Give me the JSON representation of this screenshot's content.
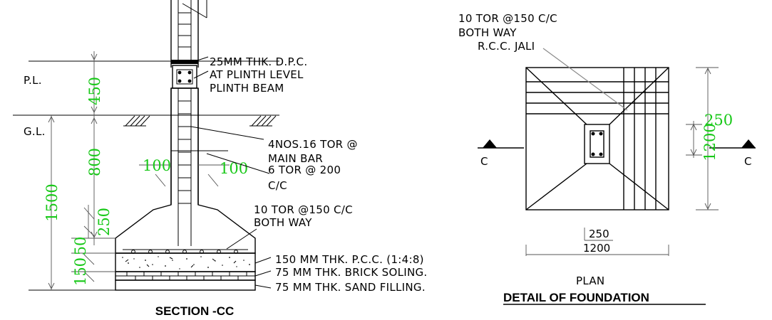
{
  "colors": {
    "dimension": "#18c818",
    "line": "#000000",
    "leader": "#8a8a8a"
  },
  "section": {
    "title": "SECTION -CC",
    "levels": {
      "pl": "P.L.",
      "gl": "G.L."
    },
    "dims": {
      "d450": "450",
      "d800": "800",
      "d1500": "1500",
      "d250": "250",
      "d150": "150",
      "d50": "50",
      "d100_left": "100",
      "d100_right": "100"
    },
    "notes": {
      "dpc": "25MM THK. D.P.C.",
      "dpc2": "AT PLINTH LEVEL",
      "beam": "PLINTH BEAM",
      "main1": "4NOS.16 TOR @",
      "main2": "MAIN BAR",
      "tie1": "6 TOR @ 200",
      "tie2": "C/C",
      "mesh1": "10 TOR @150 C/C",
      "mesh2": "BOTH WAY",
      "pcc": "150  MM  THK.  P.C.C.  (1:4:8)",
      "brick": "75     MM  THK.  BRICK SOLING.",
      "sand": "75     MM  THK.  SAND FILLING."
    }
  },
  "plan": {
    "title": "DETAIL OF FOUNDATION",
    "label": "PLAN",
    "notes": {
      "l1": "10  TOR  @150  C/C",
      "l2": "BOTH  WAY",
      "l3": "R.C.C.  JALI"
    },
    "dims": {
      "w250": "250",
      "w1200": "1200",
      "h250": "250",
      "h1200": "1200"
    },
    "cut_left": "C",
    "cut_right": "C"
  }
}
